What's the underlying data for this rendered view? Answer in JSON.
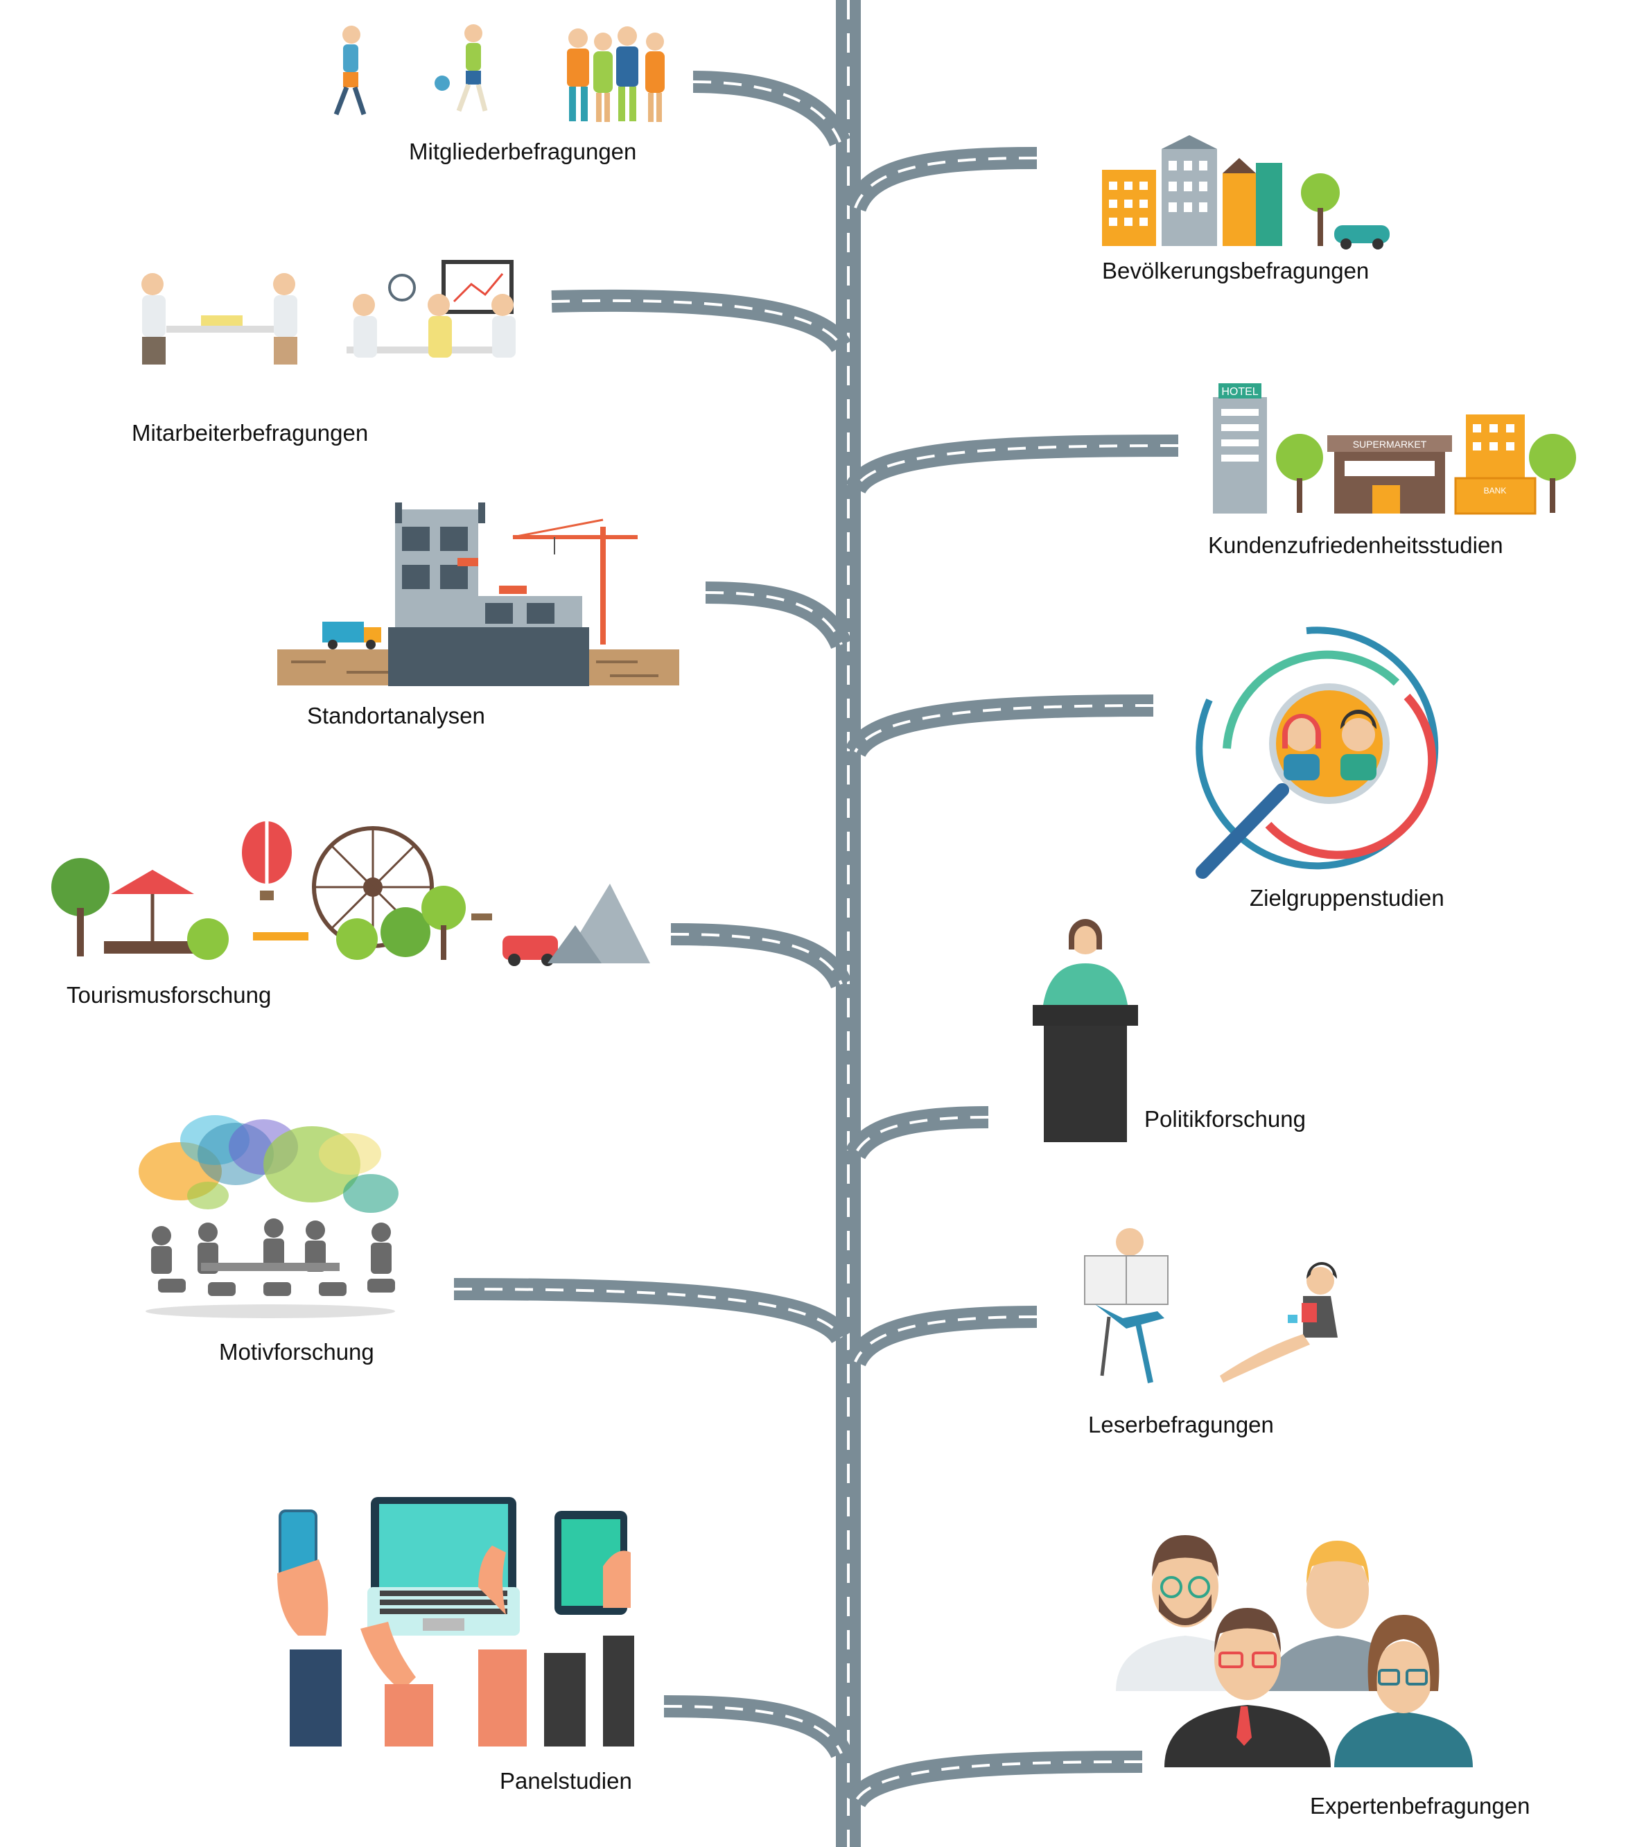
{
  "colors": {
    "road": "#7a8c96",
    "road_marking": "#ffffff",
    "label": "#111111"
  },
  "topics": [
    {
      "id": "mitglieder",
      "label": "Mitgliederbefragungen",
      "side": "left",
      "icon": "members-group-icon"
    },
    {
      "id": "bevoelkerung",
      "label": "Bevölkerungsbefragungen",
      "side": "right",
      "icon": "city-buildings-icon"
    },
    {
      "id": "mitarbeiter",
      "label": "Mitarbeiterbefragungen",
      "side": "left",
      "icon": "office-meeting-icon"
    },
    {
      "id": "kunden",
      "label": "Kundenzufriedenheitsstudien",
      "side": "right",
      "icon": "shops-street-icon"
    },
    {
      "id": "standort",
      "label": "Standortanalysen",
      "side": "left",
      "icon": "construction-site-icon"
    },
    {
      "id": "zielgruppen",
      "label": "Zielgruppenstudien",
      "side": "right",
      "icon": "magnifier-target-icon"
    },
    {
      "id": "tourismus",
      "label": "Tourismusforschung",
      "side": "left",
      "icon": "amusement-park-icon"
    },
    {
      "id": "politik",
      "label": "Politikforschung",
      "side": "right",
      "icon": "speaker-podium-icon"
    },
    {
      "id": "motiv",
      "label": "Motivforschung",
      "side": "left",
      "icon": "discussion-bubbles-icon"
    },
    {
      "id": "leser",
      "label": "Leserbefragungen",
      "side": "right",
      "icon": "readers-icon"
    },
    {
      "id": "panel",
      "label": "Panelstudien",
      "side": "left",
      "icon": "devices-hands-icon"
    },
    {
      "id": "experten",
      "label": "Expertenbefragungen",
      "side": "right",
      "icon": "experts-group-icon"
    }
  ],
  "text": {
    "hotel_sign": "HOTEL",
    "supermarket_sign": "SUPERMARKET",
    "bank_sign": "BANK"
  }
}
